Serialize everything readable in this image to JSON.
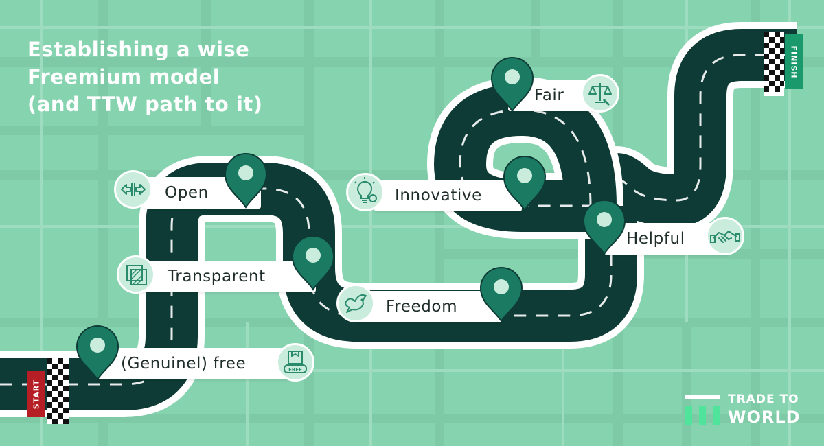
{
  "title": {
    "lines": [
      "Establishing a wise",
      "Freemium model",
      "(and TTW path to it)"
    ]
  },
  "flags": {
    "start": "START",
    "finish": "FINISH"
  },
  "milestones": [
    {
      "label": "(Genuinel) free",
      "icon": "free-box-icon",
      "icon_text": "FREE"
    },
    {
      "label": "Transparent",
      "icon": "transparent-layers-icon"
    },
    {
      "label": "Open",
      "icon": "open-arrows-icon"
    },
    {
      "label": "Freedom",
      "icon": "dove-icon"
    },
    {
      "label": "Innovative",
      "icon": "lightbulb-gear-icon"
    },
    {
      "label": "Fair",
      "icon": "scales-icon"
    },
    {
      "label": "Helpful",
      "icon": "handshake-icon"
    }
  ],
  "logo": {
    "line1": "TRADE TO",
    "line2": "WORLD"
  },
  "colors": {
    "background": "#86d3b0",
    "road": "#0e3b35",
    "road_border": "#ffffff",
    "pin": "#1b7a62",
    "start_flag": "#b51e24",
    "finish_flag": "#1a9a6c",
    "icon_fill": "#c9ecdc"
  }
}
